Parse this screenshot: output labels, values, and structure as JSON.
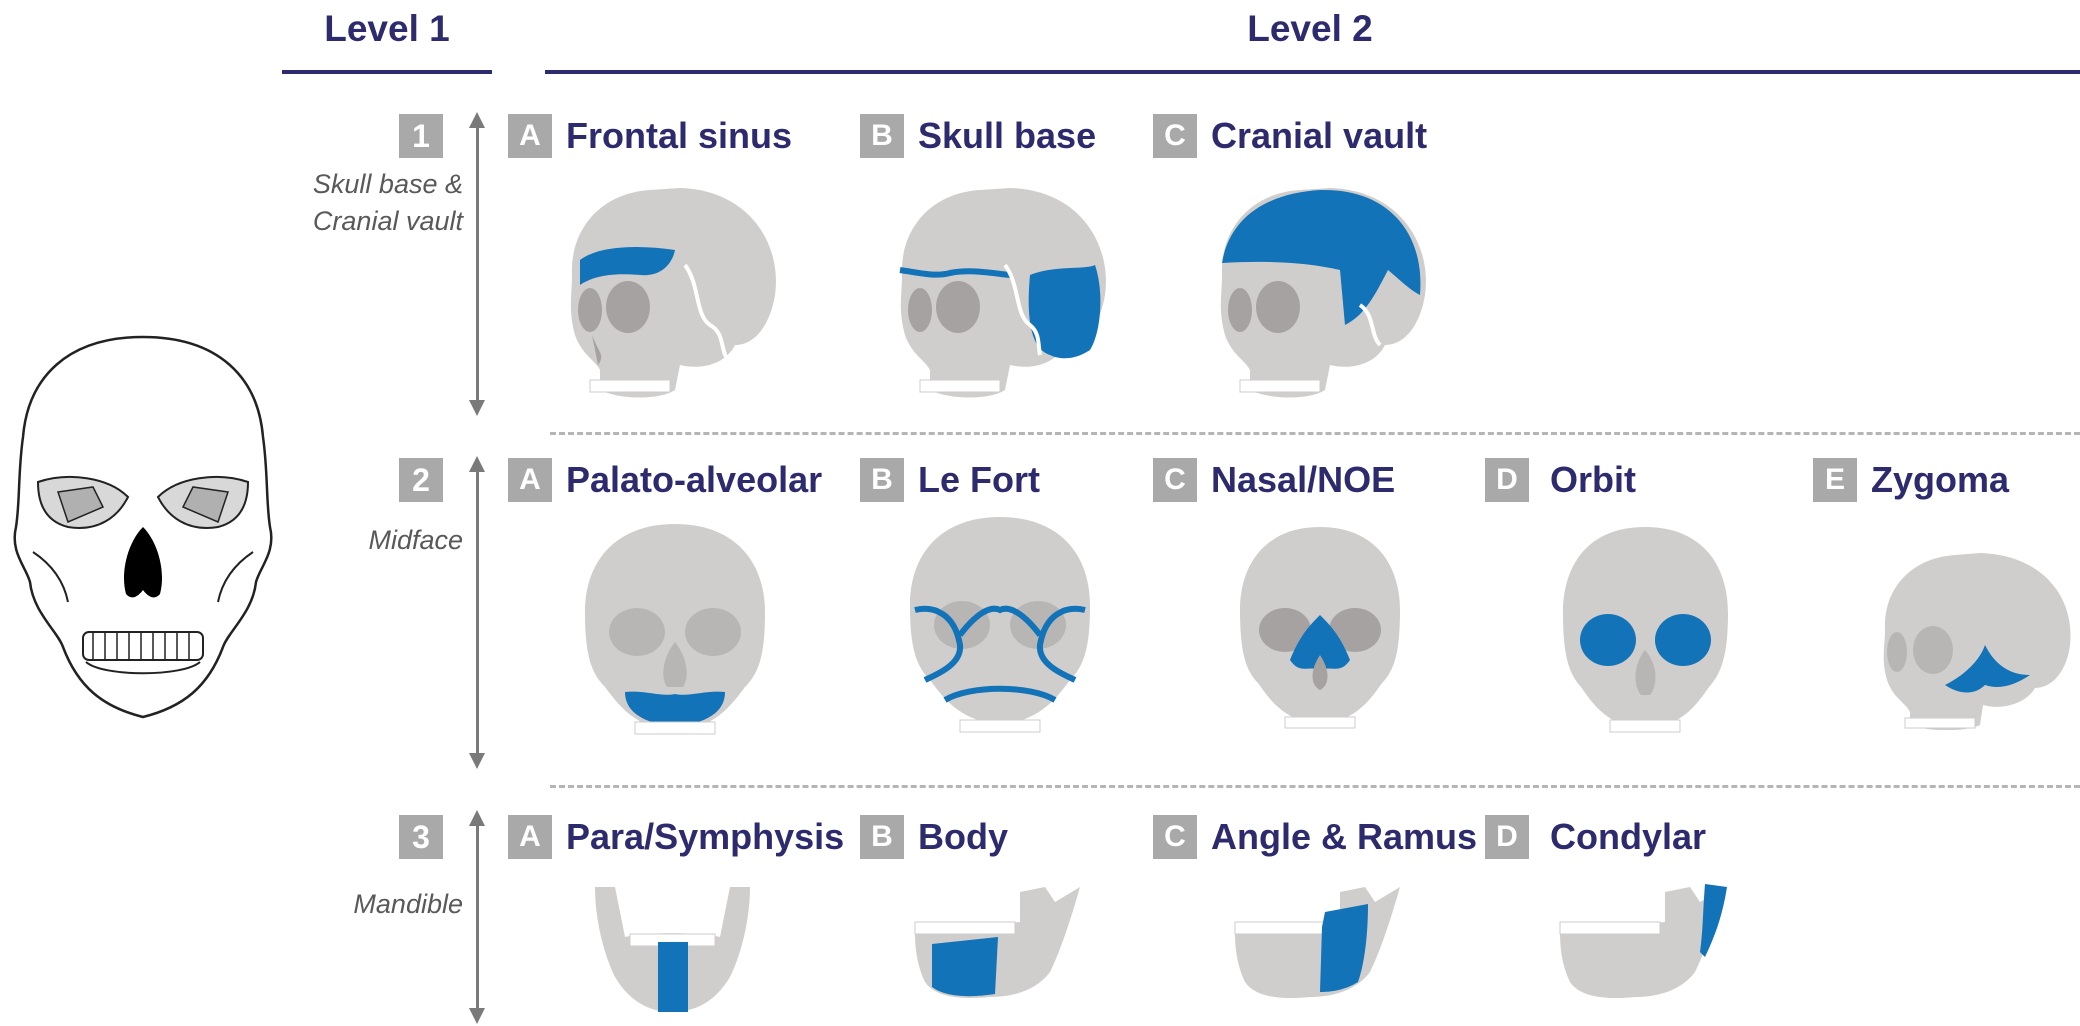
{
  "headers": {
    "level1": "Level 1",
    "level2": "Level 2"
  },
  "colors": {
    "navy": "#2e2a6e",
    "highlight": "#1273b8",
    "skull": "#d0cdcd",
    "badge": "#a9a9a9"
  },
  "rows": [
    {
      "number": "1",
      "label_line1": "Skull base &",
      "label_line2": "Cranial vault",
      "items": [
        {
          "letter": "A",
          "title": "Frontal sinus"
        },
        {
          "letter": "B",
          "title": "Skull base"
        },
        {
          "letter": "C",
          "title": "Cranial vault"
        }
      ]
    },
    {
      "number": "2",
      "label_line1": "Midface",
      "items": [
        {
          "letter": "A",
          "title": "Palato-alveolar"
        },
        {
          "letter": "B",
          "title": "Le Fort"
        },
        {
          "letter": "C",
          "title": "Nasal/NOE"
        },
        {
          "letter": "D",
          "title": "Orbit"
        },
        {
          "letter": "E",
          "title": "Zygoma"
        }
      ]
    },
    {
      "number": "3",
      "label_line1": "Mandible",
      "items": [
        {
          "letter": "A",
          "title": "Para/Symphysis"
        },
        {
          "letter": "B",
          "title": "Body"
        },
        {
          "letter": "C",
          "title": "Angle & Ramus"
        },
        {
          "letter": "D",
          "title": "Condylar"
        }
      ]
    }
  ]
}
